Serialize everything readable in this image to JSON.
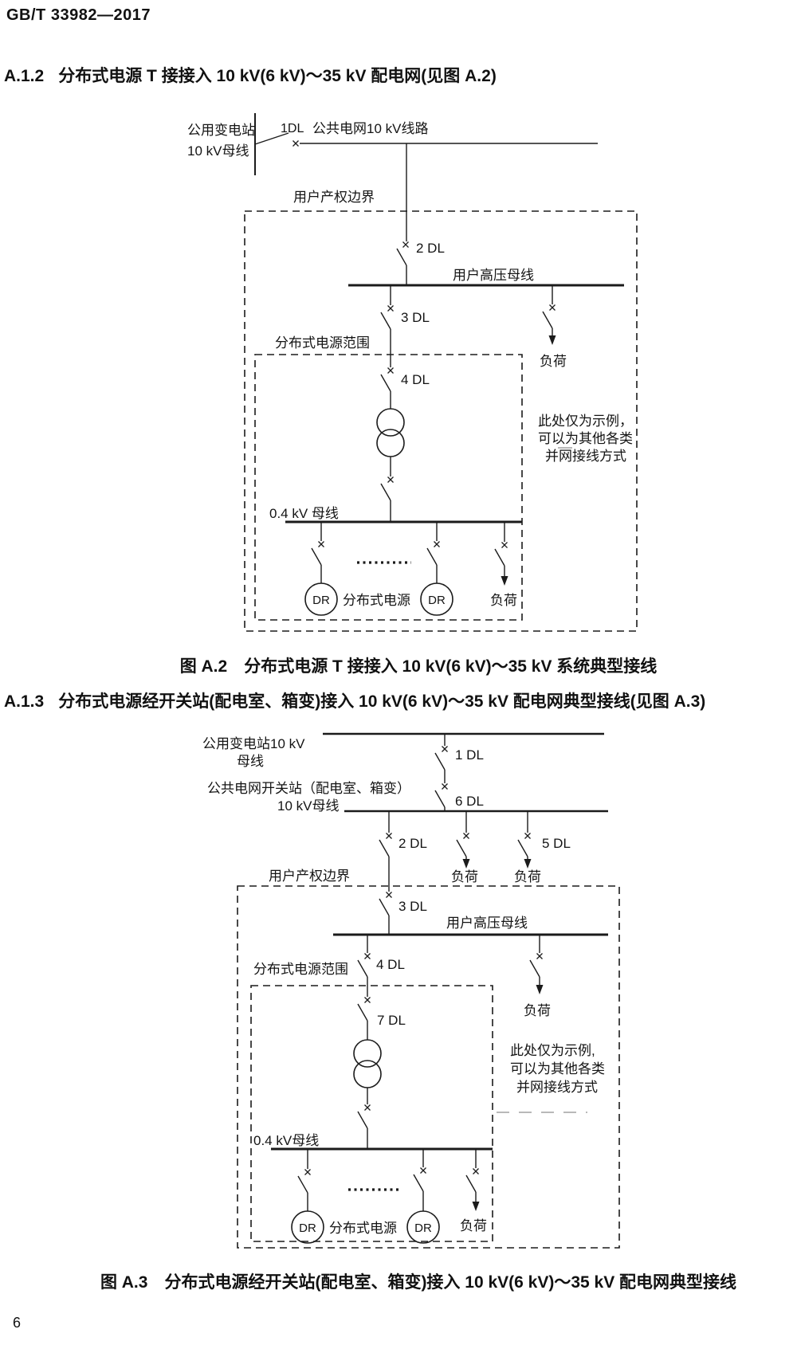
{
  "page": {
    "standard_number": "GB/T 33982—2017",
    "page_number": "6"
  },
  "section_a12": {
    "number": "A.1.2",
    "title": "分布式电源 T 接接入 10 kV(6 kV)～35 kV 配电网(见图 A.2)"
  },
  "section_a13": {
    "number": "A.1.3",
    "title": "分布式电源经开关站(配电室、箱变)接入 10 kV(6 kV)～35 kV 配电网典型接线(见图 A.3)"
  },
  "figure_a2": {
    "caption": "图 A.2　分布式电源 T 接接入 10 kV(6 kV)～35 kV 系统典型接线",
    "labels": {
      "substation_bus_1": "公用变电站",
      "substation_bus_2": "10 kV母线",
      "breaker_1dl": "1DL",
      "public_grid_line": "公共电网10 kV线路",
      "ownership_boundary": "用户产权边界",
      "breaker_2dl": "2 DL",
      "user_hv_bus": "用户高压母线",
      "breaker_3dl": "3 DL",
      "dg_scope": "分布式电源范围",
      "breaker_4dl": "4 DL",
      "load": "负荷",
      "note_1": "此处仅为示例，",
      "note_2": "可以为其他各类",
      "note_3": "并网接线方式",
      "lv_bus": "0.4 kV 母线",
      "dr": "DR",
      "dg_source": "分布式电源"
    }
  },
  "figure_a3": {
    "caption": "图 A.3　分布式电源经开关站(配电室、箱变)接入 10 kV(6 kV)～35 kV 配电网典型接线",
    "labels": {
      "substation_bus_1": "公用变电站10 kV",
      "substation_bus_2": "母线",
      "breaker_1dl": "1 DL",
      "switch_station_1": "公共电网开关站（配电室、箱变）",
      "switch_station_2": "10 kV母线",
      "breaker_6dl": "6 DL",
      "breaker_2dl": "2 DL",
      "breaker_5dl": "5 DL",
      "ownership_boundary": "用户产权边界",
      "breaker_3dl": "3 DL",
      "user_hv_bus": "用户高压母线",
      "breaker_4dl": "4 DL",
      "dg_scope": "分布式电源范围",
      "breaker_7dl": "7 DL",
      "load": "负荷",
      "note_1": "此处仅为示例,",
      "note_2": "可以为其他各类",
      "note_3": "并网接线方式",
      "lv_bus": "0.4 kV母线",
      "dr": "DR",
      "dg_source": "分布式电源"
    }
  }
}
